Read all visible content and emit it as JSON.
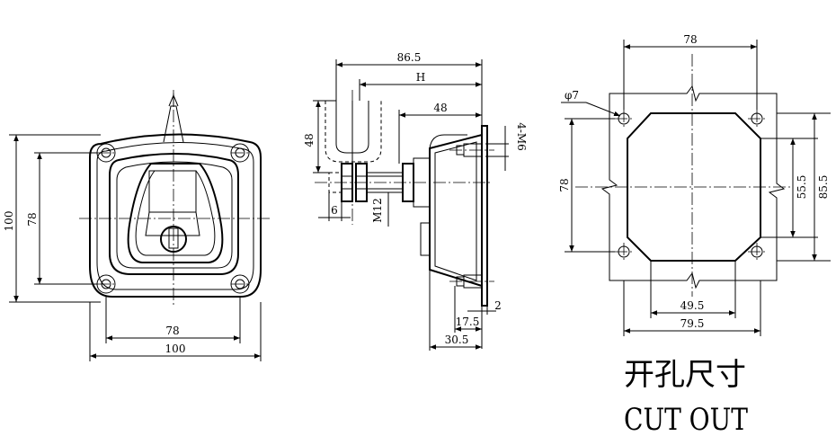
{
  "front_view": {
    "height_outer": "100",
    "height_holes": "78",
    "width_holes": "78",
    "width_outer": "100"
  },
  "side_view": {
    "overall_length": "86.5",
    "h_label": "H",
    "handle_height": "48",
    "body_length": "48",
    "stud_thread": "4-M6",
    "bolt_thread": "M12",
    "nut_offset": "6",
    "stud_offset": "17.5",
    "flange_thickness": "2",
    "body_depth": "30.5"
  },
  "cutout_view": {
    "hole_diameter": "φ7",
    "top_width": "78",
    "left_height": "78",
    "inner_height": "55.5",
    "outer_height": "85.5",
    "inner_width": "49.5",
    "outer_width": "79.5",
    "title_cn": "开孔尺寸",
    "title_en": "CUT OUT"
  }
}
